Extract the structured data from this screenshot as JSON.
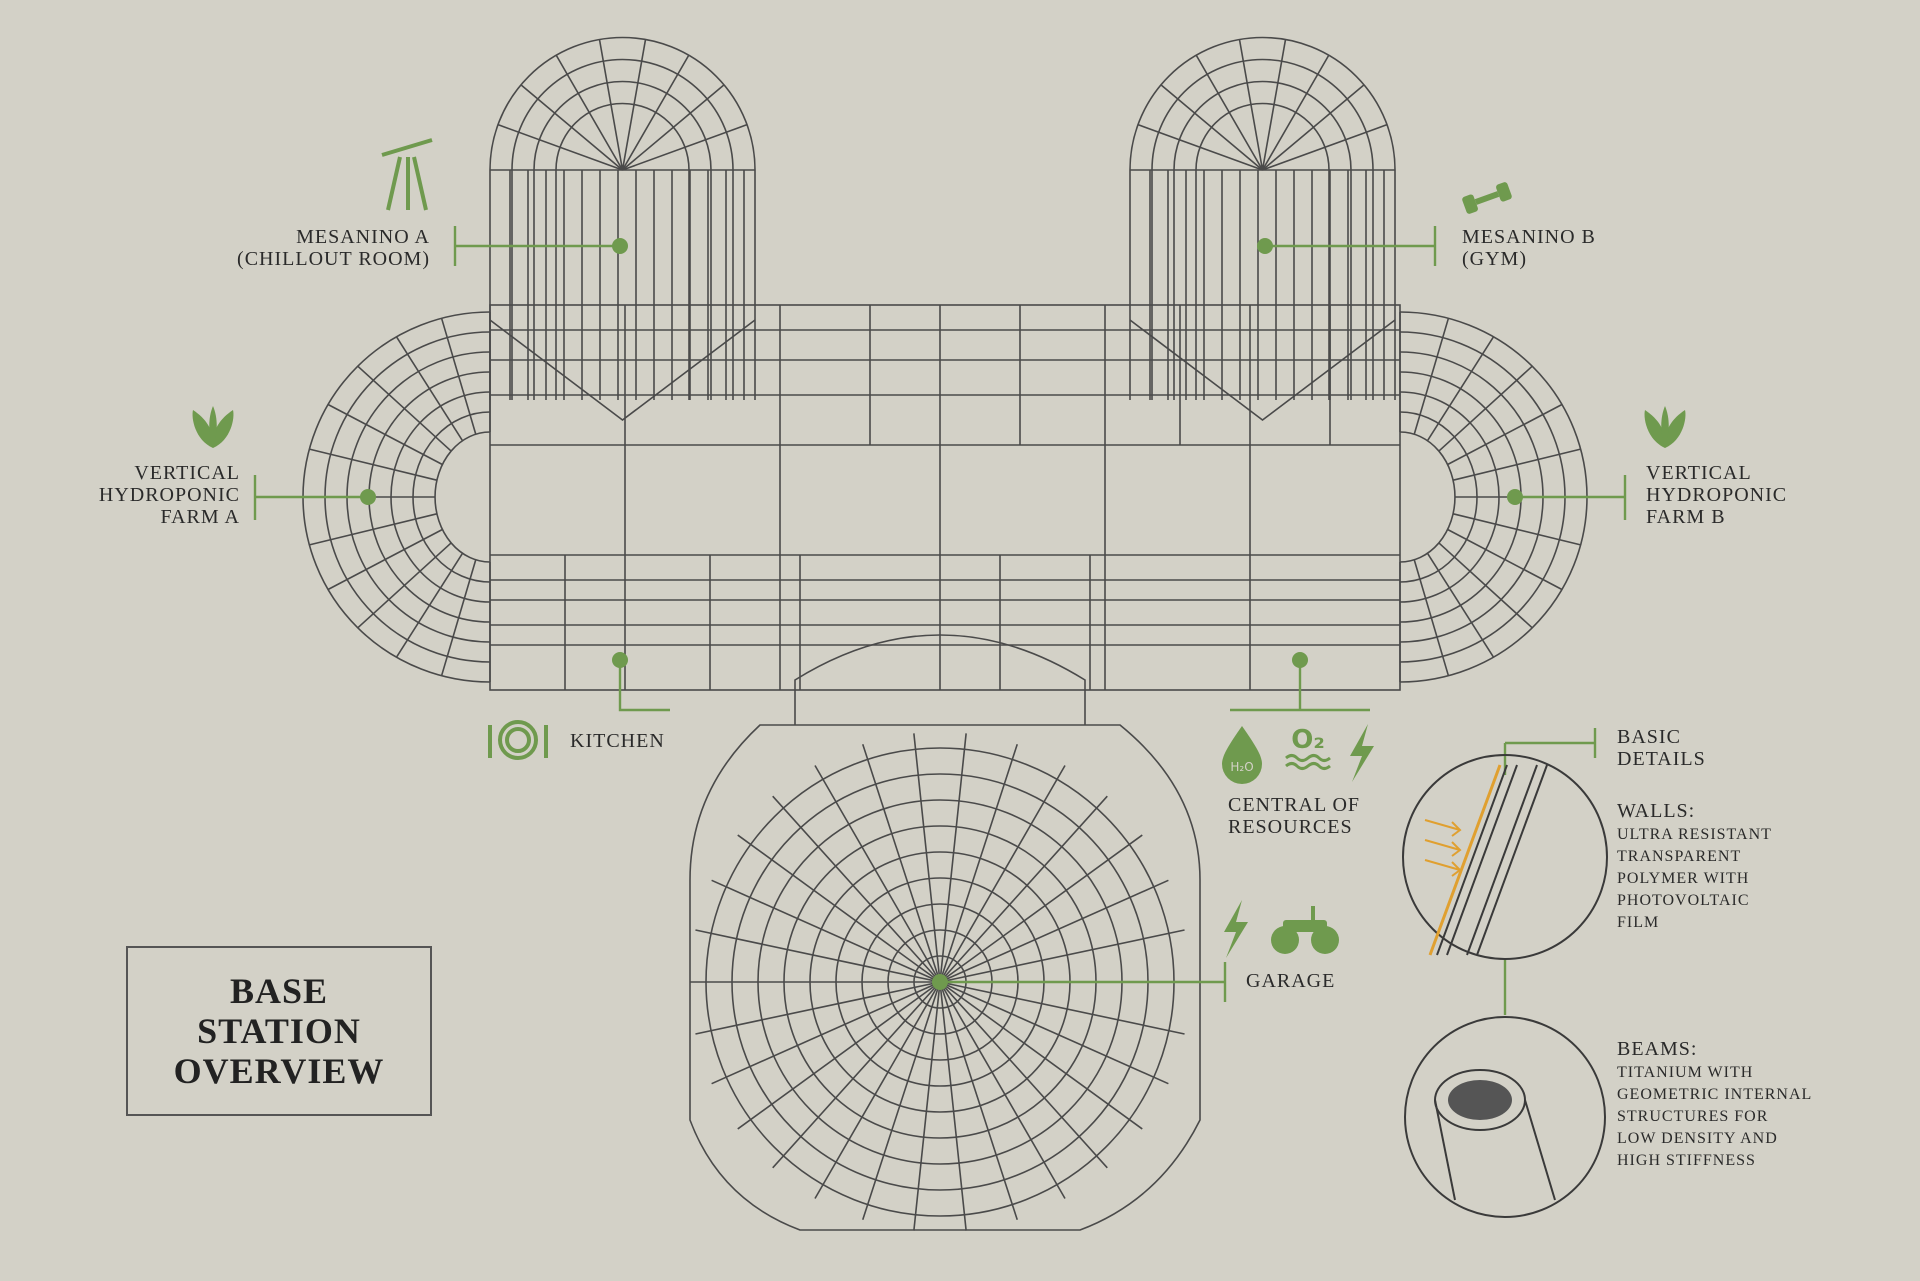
{
  "title": {
    "lines": [
      "BASE",
      "STATION",
      "OVERVIEW"
    ]
  },
  "labels": {
    "mesanino_a": [
      "MESANINO A",
      "(CHILLOUT ROOM)"
    ],
    "mesanino_b": [
      "MESANINO B",
      "(GYM)"
    ],
    "farm_a": [
      "VERTICAL",
      "HYDROPONIC",
      "FARM A"
    ],
    "farm_b": [
      "VERTICAL",
      "HYDROPONIC",
      "FARM B"
    ],
    "kitchen": "KITCHEN",
    "resources": [
      "CENTRAL OF",
      "RESOURCES"
    ],
    "garage": "GARAGE"
  },
  "icons": {
    "h2o": "H₂O",
    "o2": "O₂",
    "names": [
      "telescope-icon",
      "dumbbell-icon",
      "leaf-icon",
      "plate-icon",
      "water-drop-icon",
      "oxygen-icon",
      "lightning-icon",
      "rover-icon"
    ]
  },
  "details": {
    "heading": [
      "BASIC",
      "DETAILS"
    ],
    "walls_title": "WALLS:",
    "walls_text": [
      "ULTRA RESISTANT",
      "TRANSPARENT",
      "POLYMER WITH",
      "PHOTOVOLTAIC",
      "FILM"
    ],
    "beams_title": "BEAMS:",
    "beams_text": [
      "TITANIUM WITH",
      "GEOMETRIC INTERNAL",
      "STRUCTURES FOR",
      "LOW DENSITY AND",
      "HIGH STIFFNESS"
    ]
  },
  "colors": {
    "background": "#d3d1c7",
    "accent": "#6f9a4e",
    "ink": "#3a3a3a",
    "highlight": "#e0a030"
  }
}
